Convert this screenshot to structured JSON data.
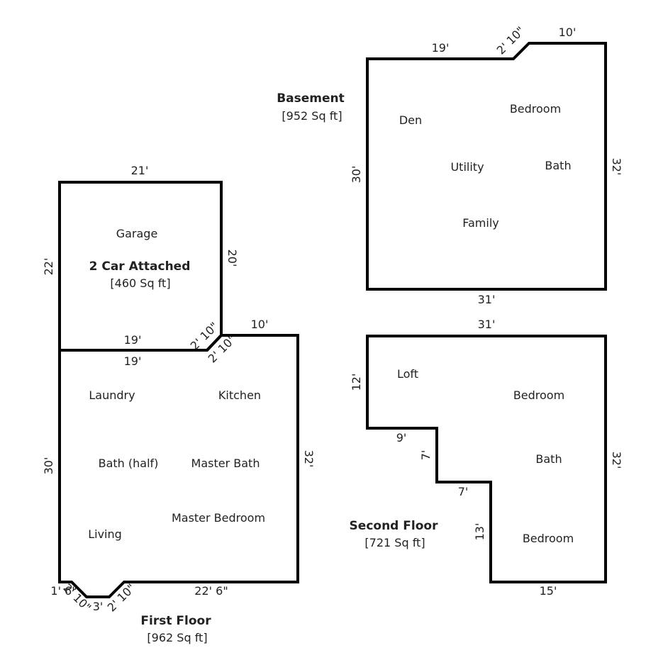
{
  "basement": {
    "title": "Basement",
    "area": "[952 Sq ft]",
    "rooms": [
      "Den",
      "Bedroom",
      "Utility",
      "Bath",
      "Family"
    ],
    "dims": [
      "19'",
      "2' 10\"",
      "10'",
      "30'",
      "32'",
      "31'"
    ]
  },
  "garage": {
    "title": "2 Car Attached",
    "area": "[460 Sq ft]",
    "rooms": [
      "Garage"
    ],
    "dims": [
      "21'",
      "22'",
      "20'",
      "19'",
      "2' 10\""
    ]
  },
  "first_floor": {
    "title": "First Floor",
    "area": "[962 Sq ft]",
    "rooms": [
      "Laundry",
      "Kitchen",
      "Bath (half)",
      "Master Bath",
      "Living",
      "Master Bedroom"
    ],
    "dims": [
      "19'",
      "2' 10\"",
      "10'",
      "30'",
      "32'",
      "1' 6\"",
      "2' 10\"",
      "3'",
      "2' 10\"",
      "22' 6\""
    ]
  },
  "second_floor": {
    "title": "Second Floor",
    "area": "[721 Sq ft]",
    "rooms": [
      "Loft",
      "Bedroom",
      "Bath",
      "Bedroom"
    ],
    "dims": [
      "31'",
      "12'",
      "9'",
      "7'",
      "7'",
      "13'",
      "32'",
      "15'"
    ]
  },
  "colors": {
    "walls": "#000000",
    "text": "#222222"
  }
}
